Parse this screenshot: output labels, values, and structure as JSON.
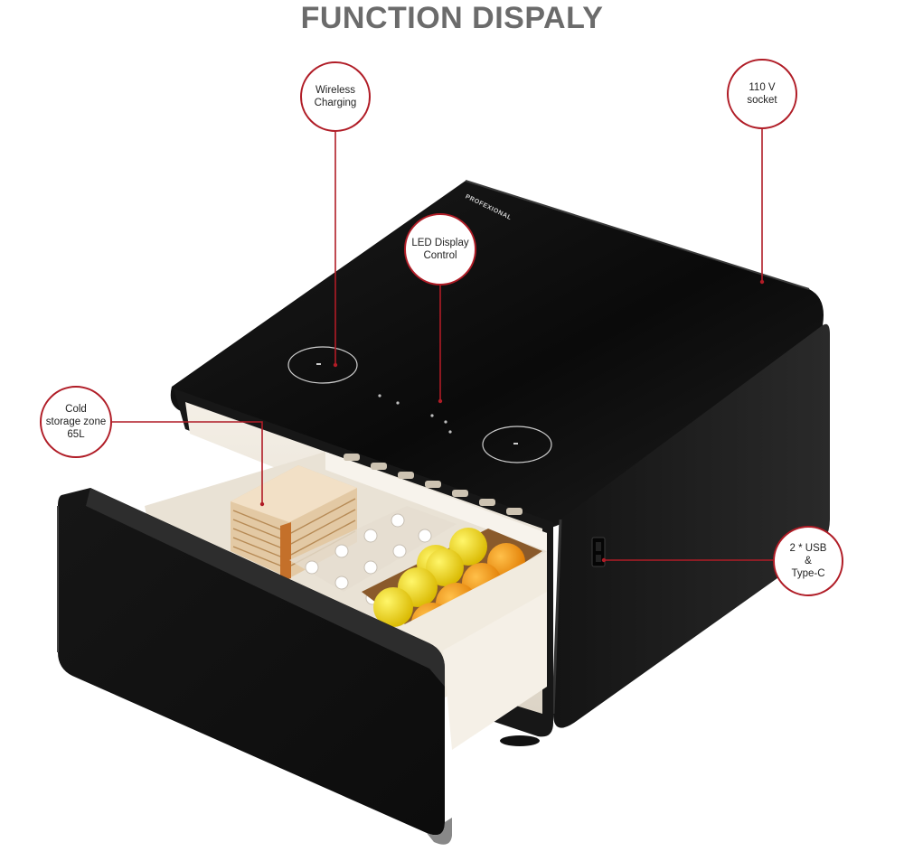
{
  "title": "FUNCTION DISPALY",
  "brand": "PROFEXIONAL",
  "accent_color": "#b01c26",
  "callouts": {
    "wireless": "Wireless\nCharging",
    "socket": "110 V\nsocket",
    "led": "LED Display\nControl",
    "cold": "Cold\nstorage zone\n65L",
    "usb": "2 * USB\n&\nType-C"
  },
  "icons": [
    "wireless-charging-pad-icon",
    "usb-port-icon",
    "fruit-icon",
    "bottle-icon"
  ]
}
